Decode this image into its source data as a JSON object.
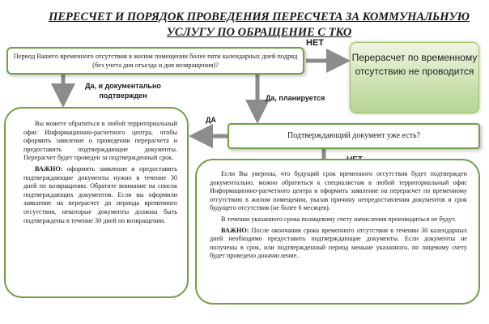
{
  "title": "ПЕРЕСЧЕТ И ПОРЯДОК ПРОВЕДЕНИЯ ПЕРЕСЧЕТА ЗА КОММУНАЛЬНУЮ УСЛУГУ ПО ОБРАЩЕНИЕ С ТКО",
  "question1": "Период Вашего временного отсутствия в жилом помещении более пяти календарных дней подряд (без учета дня отъезда и дня возвращения)?",
  "question2": "Подтверждающий документ уже есть?",
  "no_result": "Перерасчет по временному отсутствию не проводится",
  "labels": {
    "net_top": "НЕТ",
    "yes_documented": "Да, и документально подтвержден",
    "yes_planned": "Да, планируется",
    "da": "ДА",
    "net_mid": "НЕТ"
  },
  "left_panel": {
    "p1": "Вы можете обратиться в любой территориальный офис Информационно-расчетного центра, чтобы оформить заявление о проведении перерасчета и предоставить подтверждающие документы. Перерасчет будет проведен за подтвержденный срок.",
    "important_label": "ВАЖНО:",
    "p2": " оформить заявление и предоставить подтверждающие документы нужно в течение 30 дней по возвращении. Обратите внимание на список подтверждающих документов. Если вы оформили заявление на перерасчет до периода временного отсутствия, некоторые документы должны быть подтверждены в течение 30 дней по возвращении."
  },
  "right_panel": {
    "p1": "Если Вы уверены, что будущий срок временного отсутствия будет подтвержден документально, можно обратиться к специалистам в любой территориальный офис Информационно-расчетного центра и оформить заявление на перерасчет по временному отсутствию в жилом помещении, указав причину непредоставления документов и срок будущего отсутствия (не более 6 месяцев).",
    "p2": "В течении указанного срока полицевому счету начисления производиться не будут.",
    "important_label": "ВАЖНО:",
    "p3": " После окончания срока временного отсутствия в течении 30 календарных дней необходимо предоставить подтверждающие документы. Если документы не получены в срок, или подтвержденный период меньше указанного, по лицевому счету будет проведено доначисление."
  },
  "colors": {
    "border_green": "#6ea046",
    "arrow_gray": "#8c8c8c"
  }
}
